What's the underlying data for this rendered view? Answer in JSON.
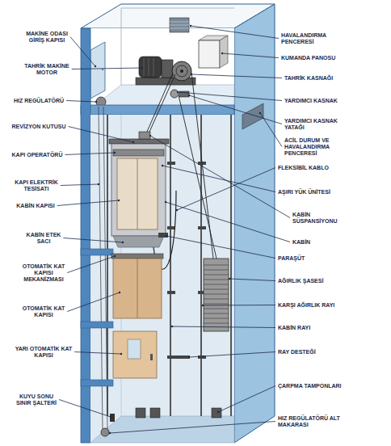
{
  "diagram": {
    "labels": [
      "MAKİNE ODASI GİRİŞ KAPISI",
      "TAHRİK MAKİNE MOTOR",
      "HIZ REGÜLATÖRÜ",
      "REVİZYON KUTUSU",
      "KAPI OPERATÖRÜ",
      "KAPI ELEKTRİK TESİSATI",
      "KABİN KAPISI",
      "KABİN ETEK SACI",
      "OTOMATİK KAT KAPISI MEKANİZMASI",
      "OTOMATİK KAT KAPISI",
      "YARI OTOMATİK KAT KAPISI",
      "KUYU SONU SINIR ŞALTERİ",
      "HAVALANDIRMA PENCERESİ",
      "KUMANDA PANOSU",
      "TAHRİK KASNAĞI",
      "YARDIMCI KASNAK",
      "YARDIMCI KASNAK YATAĞI",
      "ACİL DURUM VE HAVALANDIRMA PENCERESİ",
      "FLEKSİBİL KABLO",
      "AŞIRI YÜK ÜNİTESİ",
      "KABİN SÜSPANSİYONU",
      "KABİN",
      "PARAŞÜT",
      "AĞIRLIK ŞASESİ",
      "KARŞI AĞIRLIK RAYI",
      "KABİN RAYI",
      "RAY DESTEĞİ",
      "ÇARPMA TAMPONLARI",
      "HIZ REGÜLATÖRÜ ALT MAKARASI"
    ]
  }
}
